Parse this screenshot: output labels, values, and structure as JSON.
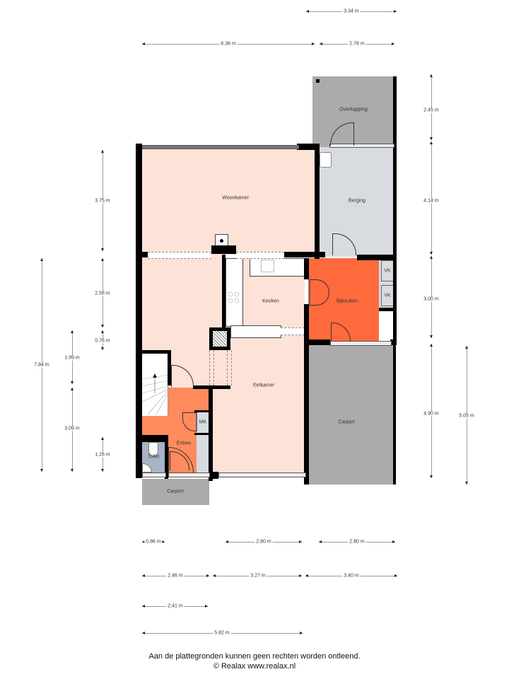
{
  "colors": {
    "living": "#fde2d8",
    "storage": "#d8dce0",
    "covered": "#ababab",
    "utility": "#ff6a3d",
    "entrance": "#ff8a5e",
    "toilet": "#a6b4c6",
    "wall": "#000000",
    "dimension_line": "#9a9a9a"
  },
  "rooms": {
    "woonkamer": "Woonkamer",
    "overkapping": "Overkapping",
    "berging": "Berging",
    "keuken": "Keuken",
    "bijkeuken": "Bijkeuken",
    "vk1": "VK",
    "vk2": "VK",
    "eetkamer": "Eetkamer",
    "carport_right": "Carport",
    "mk": "MK",
    "entree": "Entree",
    "toilet": "Toilet",
    "carport_front": "Carport"
  },
  "dimensions": {
    "top": {
      "d1": "3.34 m",
      "d2": "6.36 m",
      "d3": "2.78 m"
    },
    "left": {
      "d1": "3.75 m",
      "d2": "2.58 m",
      "d3": "0.76 m",
      "d4": "7.84 m",
      "d5": "1.99 m",
      "d6": "3.09 m",
      "d7": "1.26 m"
    },
    "right": {
      "d1": "2.45 m",
      "d2": "4.14 m",
      "d3": "3.00 m",
      "d4": "4.90 m",
      "d5": "5.05 m"
    },
    "bottom": {
      "d1": "0.86 m",
      "d2": "2.80 m",
      "d3": "2.80 m",
      "d4": "2.46 m",
      "d5": "3.27 m",
      "d6": "3.40 m",
      "d7": "2.41 m",
      "d8": "5.82 m"
    }
  },
  "footer": {
    "disclaimer": "Aan de plattegronden kunnen geen rechten worden ontleend.",
    "copyright": "© Realax www.realax.nl"
  }
}
